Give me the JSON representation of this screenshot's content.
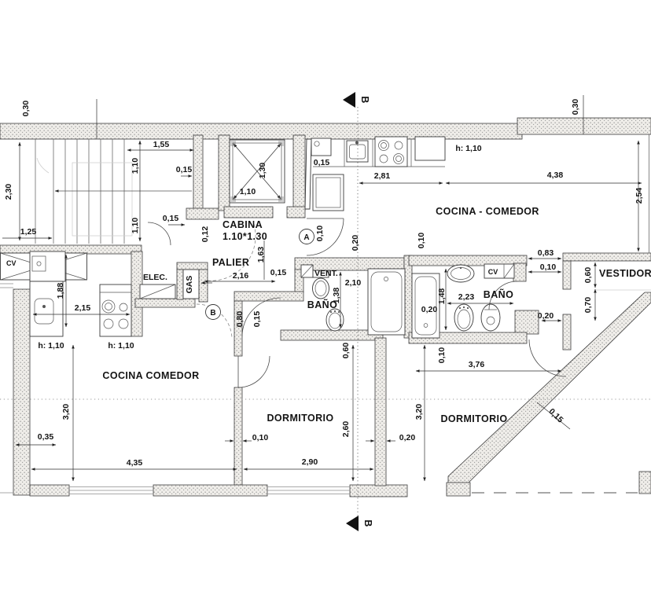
{
  "rooms": {
    "cocina_comedor_right": "COCINA - COMEDOR",
    "cocina_comedor_left": "COCINA COMEDOR",
    "dormitorio": "DORMITORIO",
    "banio": "BAÑO",
    "vestidor": "VESTIDOR",
    "palier": "PALIER",
    "cabina": "CABINA",
    "cabina_size": "1.10*1.30"
  },
  "shafts": {
    "cv": "CV",
    "elec": "ELEC.",
    "gas": "GAS",
    "vent": "VENT."
  },
  "markers": {
    "circle_a": "A",
    "circle_b": "B",
    "section": "B"
  },
  "notes": {
    "height": "h: 1,10"
  },
  "dims": {
    "d030": "0,30",
    "d230": "2,30",
    "d125": "1,25",
    "d155": "1,55",
    "d110": "1,10",
    "d015": "0,15",
    "d012": "0,12",
    "d130": "1,30",
    "d281": "2,81",
    "d438": "4,38",
    "d254": "2,54",
    "d010": "0,10",
    "d020": "0,20",
    "d163": "1,63",
    "d216": "2,16",
    "d080": "0,80",
    "d210": "2,10",
    "d138": "1,38",
    "d060": "0,60",
    "d223": "2,23",
    "d148": "1,48",
    "d083": "0,83",
    "d070": "0,70",
    "d376": "3,76",
    "d320": "3,20",
    "d035": "0,35",
    "d435": "4,35",
    "d290": "2,90",
    "d260": "2,60",
    "d188": "1,88",
    "d215": "2,15"
  }
}
